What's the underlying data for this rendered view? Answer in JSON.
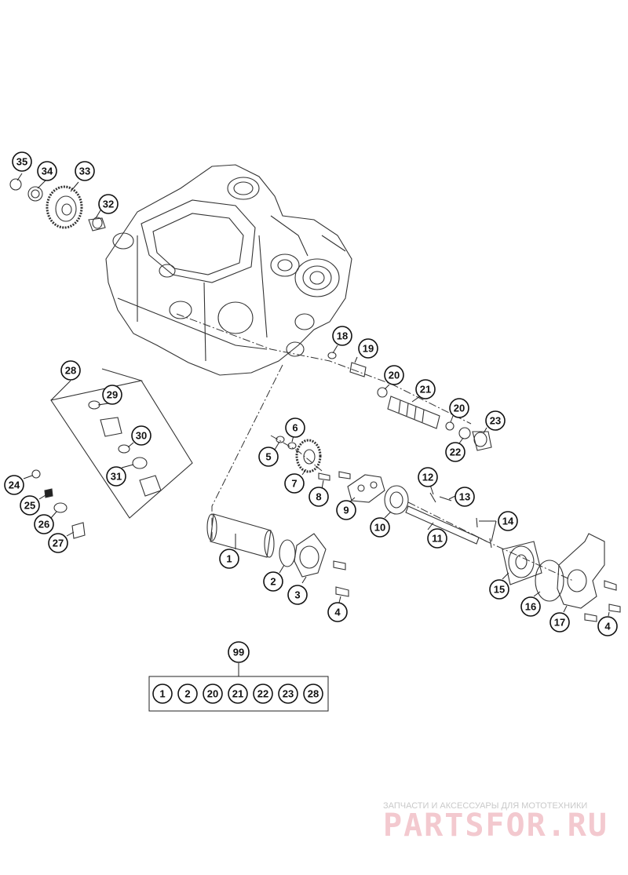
{
  "diagram": {
    "callouts": [
      {
        "id": "35",
        "label": "35"
      },
      {
        "id": "34",
        "label": "34"
      },
      {
        "id": "33",
        "label": "33"
      },
      {
        "id": "32",
        "label": "32"
      },
      {
        "id": "28",
        "label": "28"
      },
      {
        "id": "29",
        "label": "29"
      },
      {
        "id": "30",
        "label": "30"
      },
      {
        "id": "31",
        "label": "31"
      },
      {
        "id": "24",
        "label": "24"
      },
      {
        "id": "25",
        "label": "25"
      },
      {
        "id": "26",
        "label": "26"
      },
      {
        "id": "27",
        "label": "27"
      },
      {
        "id": "18",
        "label": "18"
      },
      {
        "id": "19",
        "label": "19"
      },
      {
        "id": "20a",
        "label": "20"
      },
      {
        "id": "21",
        "label": "21"
      },
      {
        "id": "20b",
        "label": "20"
      },
      {
        "id": "22",
        "label": "22"
      },
      {
        "id": "23",
        "label": "23"
      },
      {
        "id": "6",
        "label": "6"
      },
      {
        "id": "5",
        "label": "5"
      },
      {
        "id": "7",
        "label": "7"
      },
      {
        "id": "8",
        "label": "8"
      },
      {
        "id": "9",
        "label": "9"
      },
      {
        "id": "10",
        "label": "10"
      },
      {
        "id": "11",
        "label": "11"
      },
      {
        "id": "12",
        "label": "12"
      },
      {
        "id": "13",
        "label": "13"
      },
      {
        "id": "14",
        "label": "14"
      },
      {
        "id": "1",
        "label": "1"
      },
      {
        "id": "2",
        "label": "2"
      },
      {
        "id": "3",
        "label": "3"
      },
      {
        "id": "4a",
        "label": "4"
      },
      {
        "id": "15",
        "label": "15"
      },
      {
        "id": "16",
        "label": "16"
      },
      {
        "id": "17",
        "label": "17"
      },
      {
        "id": "4b",
        "label": "4"
      },
      {
        "id": "99",
        "label": "99"
      }
    ],
    "kit_99_contents": [
      "1",
      "2",
      "20",
      "21",
      "22",
      "23",
      "28"
    ]
  },
  "watermark": {
    "tagline": "ЗАПЧАСТИ И АКСЕССУАРЫ ДЛЯ МОТОТЕХНИКИ",
    "brand": "PARTSFOR.RU"
  },
  "colors": {
    "line": "#333333",
    "watermark_text": "#c9c9c9",
    "watermark_brand": "#f3c9cf"
  }
}
